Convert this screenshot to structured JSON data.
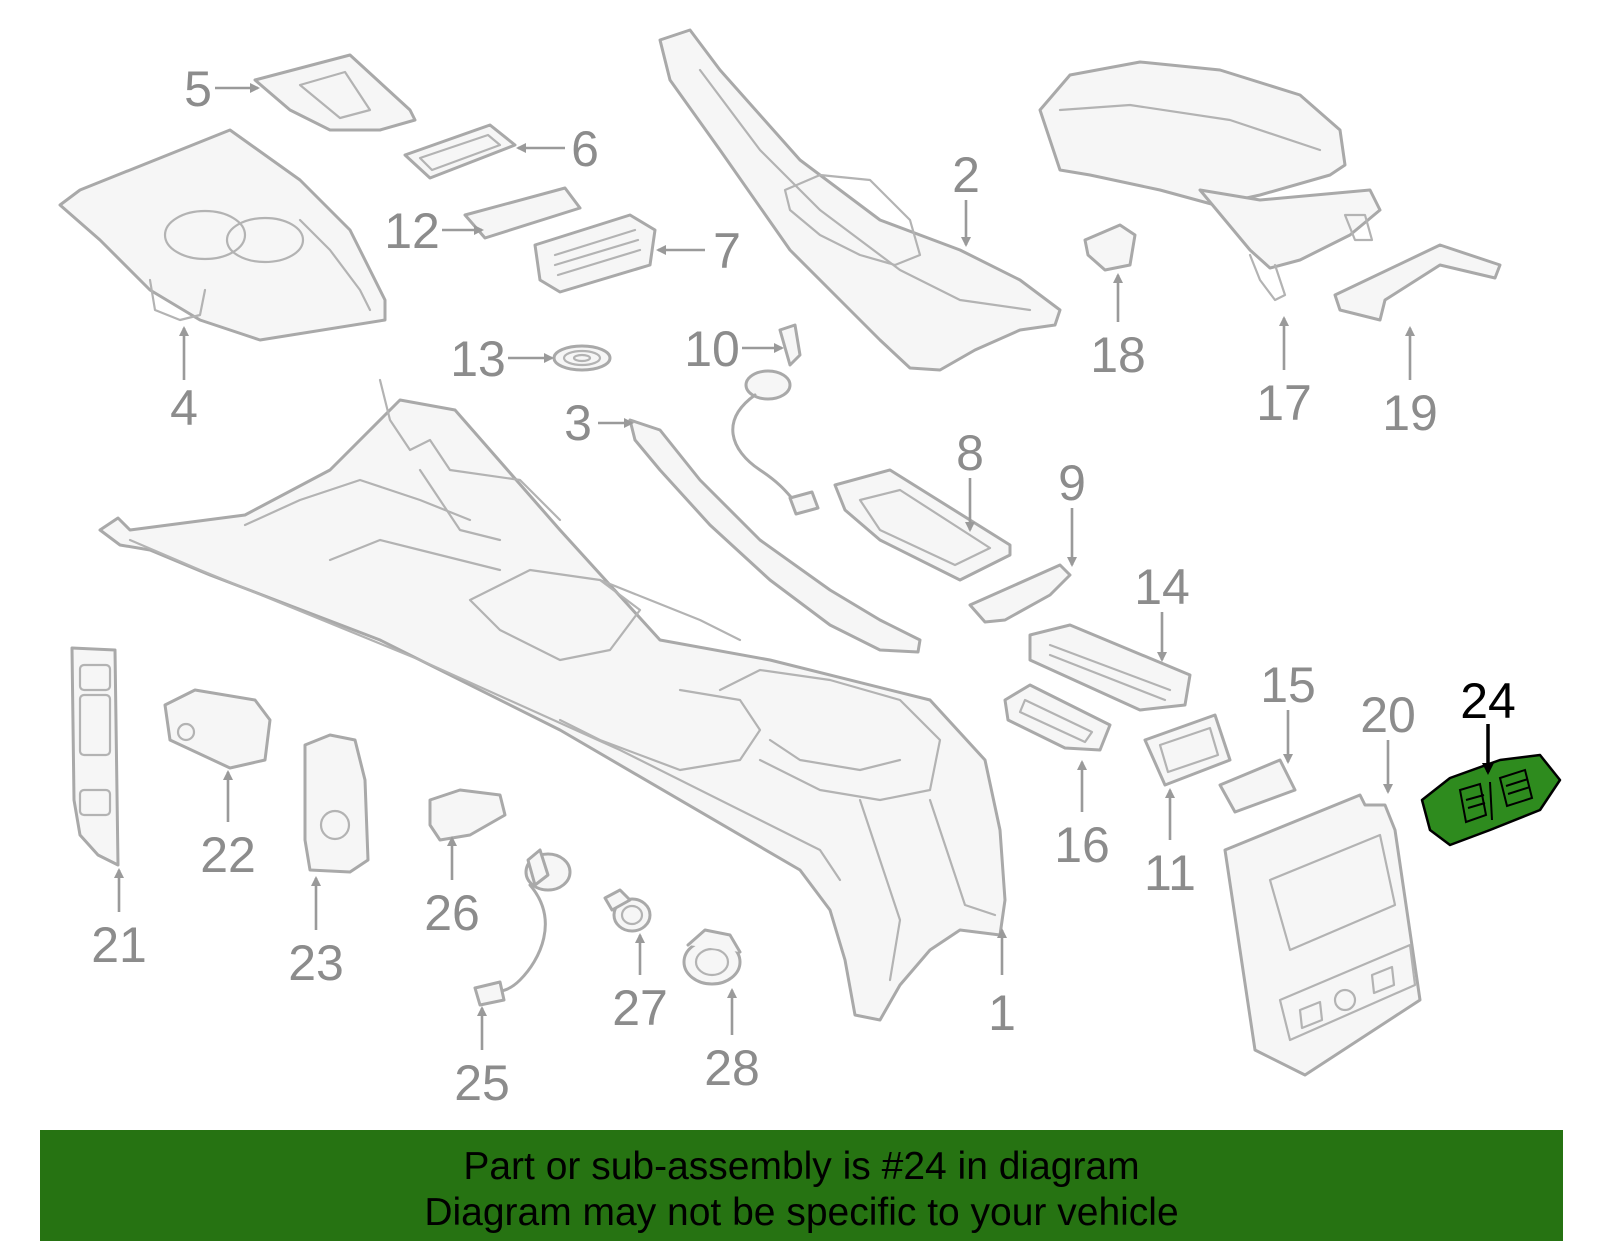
{
  "callouts": [
    {
      "id": "1",
      "label": "1"
    },
    {
      "id": "2",
      "label": "2"
    },
    {
      "id": "3",
      "label": "3"
    },
    {
      "id": "4",
      "label": "4"
    },
    {
      "id": "5",
      "label": "5"
    },
    {
      "id": "6",
      "label": "6"
    },
    {
      "id": "7",
      "label": "7"
    },
    {
      "id": "8",
      "label": "8"
    },
    {
      "id": "9",
      "label": "9"
    },
    {
      "id": "10",
      "label": "10"
    },
    {
      "id": "11",
      "label": "11"
    },
    {
      "id": "12",
      "label": "12"
    },
    {
      "id": "13",
      "label": "13"
    },
    {
      "id": "14",
      "label": "14"
    },
    {
      "id": "15",
      "label": "15"
    },
    {
      "id": "16",
      "label": "16"
    },
    {
      "id": "17",
      "label": "17"
    },
    {
      "id": "18",
      "label": "18"
    },
    {
      "id": "19",
      "label": "19"
    },
    {
      "id": "20",
      "label": "20"
    },
    {
      "id": "21",
      "label": "21"
    },
    {
      "id": "22",
      "label": "22"
    },
    {
      "id": "23",
      "label": "23"
    },
    {
      "id": "24",
      "label": "24"
    },
    {
      "id": "25",
      "label": "25"
    },
    {
      "id": "26",
      "label": "26"
    },
    {
      "id": "27",
      "label": "27"
    },
    {
      "id": "28",
      "label": "28"
    }
  ],
  "highlighted_part": "24",
  "colors": {
    "highlight_fill": "#2e8b1e",
    "banner_background": "#267312",
    "line_art": "#a9a9a9",
    "callout_text": "#8c8c8c"
  },
  "banner": {
    "line1": "Part or sub-assembly is #24 in diagram",
    "line2": "Diagram may not be specific to your vehicle"
  }
}
